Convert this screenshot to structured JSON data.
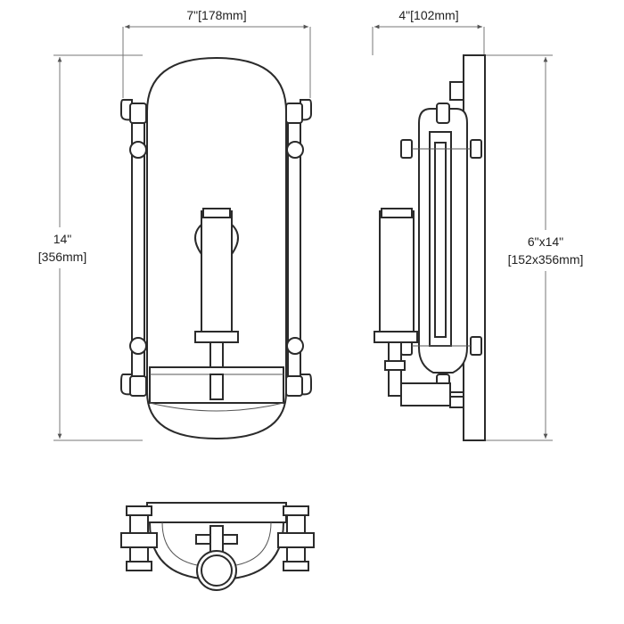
{
  "dimensions": {
    "width_label": "7\"[178mm]",
    "depth_label": "4\"[102mm]",
    "height_label_line1": "14\"",
    "height_label_line2": "[356mm]",
    "backplate_label_line1": "6\"x14\"",
    "backplate_label_line2": "[152x356mm]"
  },
  "views": [
    "front",
    "side",
    "bottom"
  ]
}
